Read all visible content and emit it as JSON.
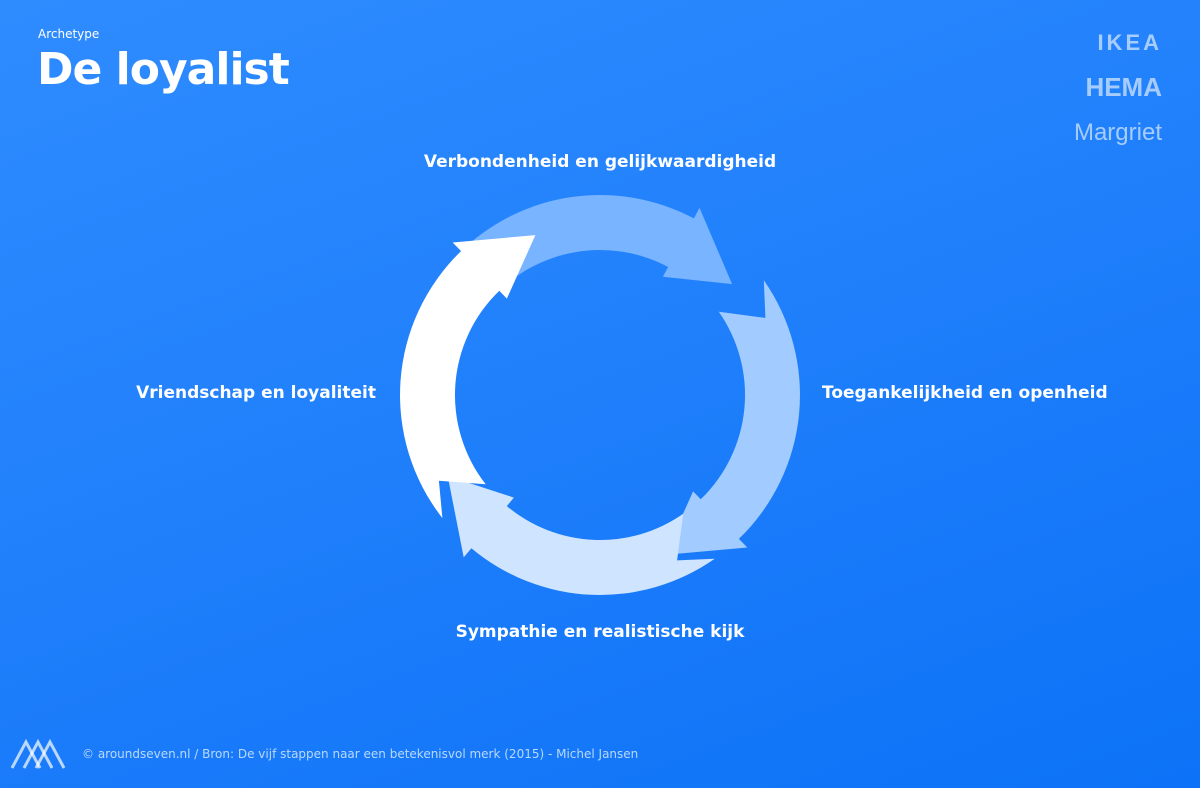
{
  "header": {
    "eyebrow": "Archetype",
    "title": "De loyalist"
  },
  "brands": [
    "IKEA",
    "HEMA",
    "Margriet"
  ],
  "cycle": {
    "top": "Verbondenheid en gelijkwaardigheid",
    "right": "Toegankelijkheid en openheid",
    "bottom": "Sympathie en realistische kijk",
    "left": "Vriendschap en loyaliteit"
  },
  "footer": {
    "credit": "© aroundseven.nl / Bron: De vijf stappen naar een betekenisvol merk (2015) - Michel Jansen"
  },
  "colors": {
    "background": "#1f7ffb",
    "arrow_left": "#ffffff",
    "arrow_top": "#78b4ff",
    "arrow_right": "#a2cbff",
    "arrow_bottom": "#cfe4ff"
  }
}
